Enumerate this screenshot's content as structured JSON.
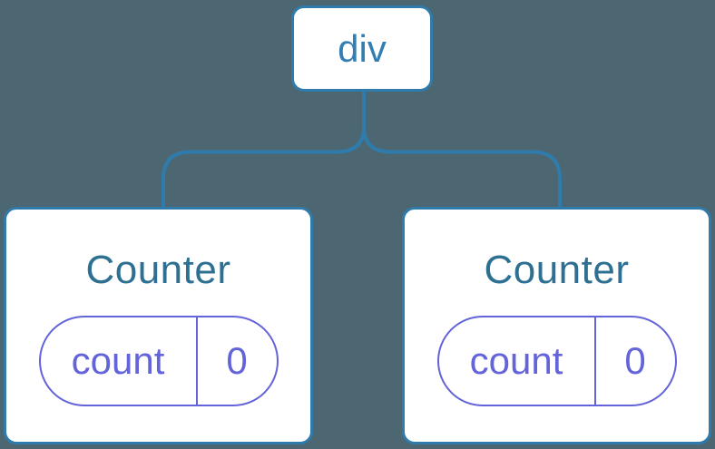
{
  "theme": {
    "background": "#4C6771",
    "line-blue": "#2F7BAB",
    "node-bg": "#FFFFFF",
    "root-label-color": "#337FB3",
    "component-label-color": "#2E7092",
    "state-purple": "#6363DA"
  },
  "tree": {
    "root": {
      "label": "div"
    },
    "children": [
      {
        "label": "Counter",
        "state": {
          "name": "count",
          "value": "0"
        }
      },
      {
        "label": "Counter",
        "state": {
          "name": "count",
          "value": "0"
        }
      }
    ]
  }
}
